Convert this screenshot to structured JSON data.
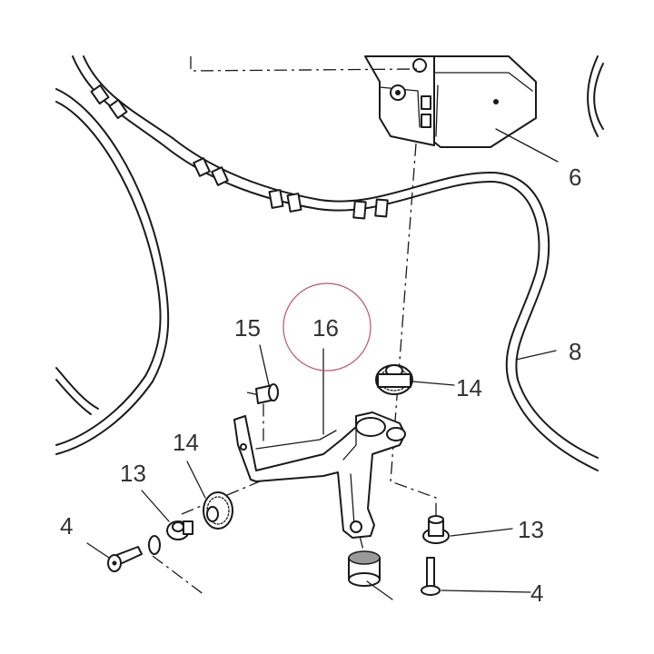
{
  "diagram": {
    "callouts": {
      "c4_left": "4",
      "c4_right": "4",
      "c6": "6",
      "c8": "8",
      "c13_left": "13",
      "c13_right": "13",
      "c14_left": "14",
      "c14_right": "14",
      "c15": "15",
      "c16": "16"
    },
    "highlight_color": "#c0526a"
  }
}
